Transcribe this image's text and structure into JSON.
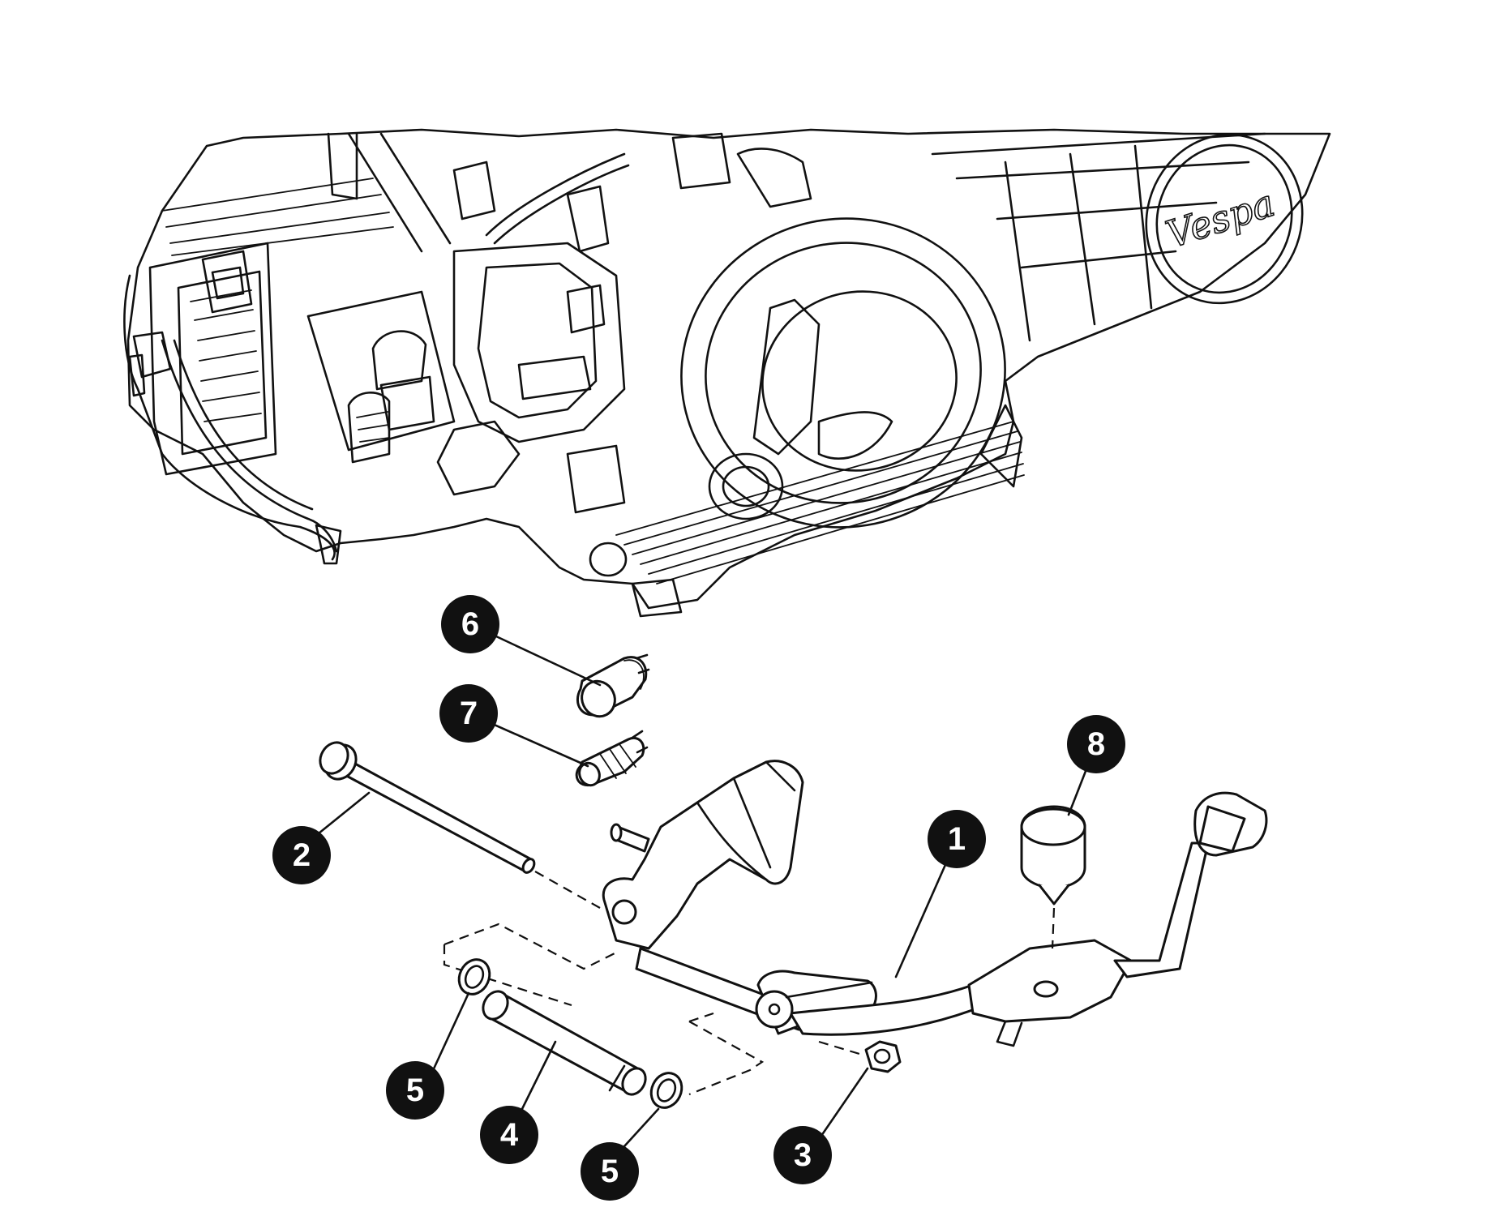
{
  "engine": {
    "logo_text": "Vespa",
    "logo_icon": "vespa-logo-icon"
  },
  "callouts": [
    {
      "id": "callout-1",
      "label": "1",
      "part": "center-stand"
    },
    {
      "id": "callout-2",
      "label": "2",
      "part": "stand-long-pin"
    },
    {
      "id": "callout-3",
      "label": "3",
      "part": "nut"
    },
    {
      "id": "callout-4",
      "label": "4",
      "part": "stand-short-pin"
    },
    {
      "id": "callout-5a",
      "label": "5",
      "part": "washer"
    },
    {
      "id": "callout-5b",
      "label": "5",
      "part": "washer"
    },
    {
      "id": "callout-6",
      "label": "6",
      "part": "large-spring"
    },
    {
      "id": "callout-7",
      "label": "7",
      "part": "small-spring"
    },
    {
      "id": "callout-8",
      "label": "8",
      "part": "rubber-buffer"
    }
  ]
}
